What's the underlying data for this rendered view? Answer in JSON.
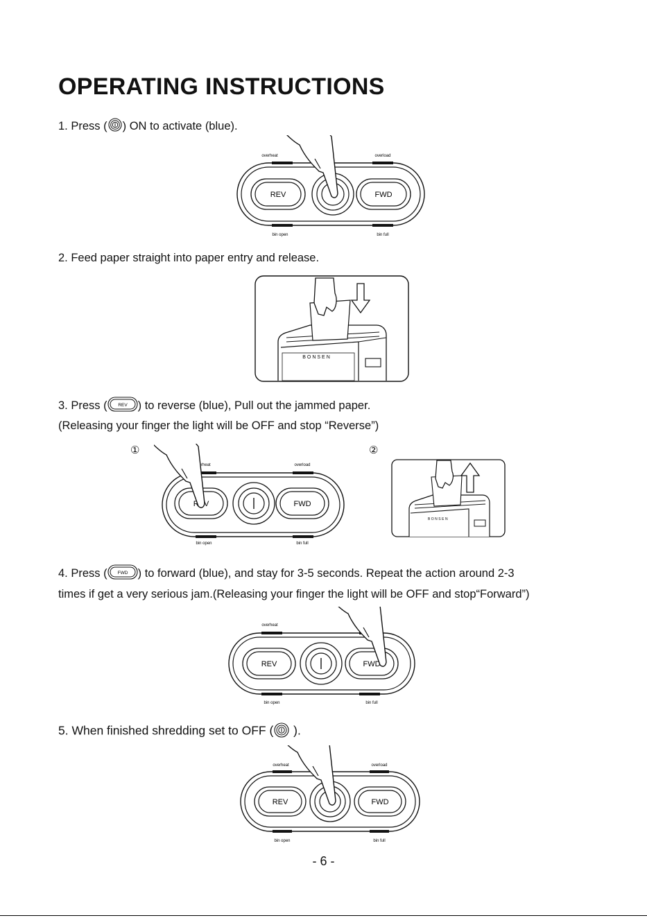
{
  "title": "OPERATING INSTRUCTIONS",
  "steps": {
    "s1": {
      "a": "1. Press (",
      "b": ") ON to activate (blue)."
    },
    "s2": {
      "text": "2. Feed paper straight into paper entry and release."
    },
    "s3": {
      "a": "3. Press  (",
      "b": ") to reverse (blue),  Pull out the jammed paper.",
      "line2": "(Releasing your finger the light will be OFF and stop “Reverse”)"
    },
    "s4": {
      "a": "4. Press  (",
      "b": ") to forward (blue), and stay for 3-5 seconds. Repeat the action around 2-3",
      "line2": "times if get a very serious jam.(Releasing your finger the light will be OFF and stop“Forward”)"
    },
    "s5": {
      "a": "5. When finished shredding set to OFF (",
      "b": " )."
    }
  },
  "panel": {
    "rev": "REV",
    "fwd": "FWD",
    "overheat": "overheat",
    "overload": "overload",
    "bin_open": "bin open",
    "bin_full": "bin full"
  },
  "shredder_brand": "BONSEN",
  "markers": {
    "one": "①",
    "two": "②"
  },
  "page_number": "- 6 -"
}
